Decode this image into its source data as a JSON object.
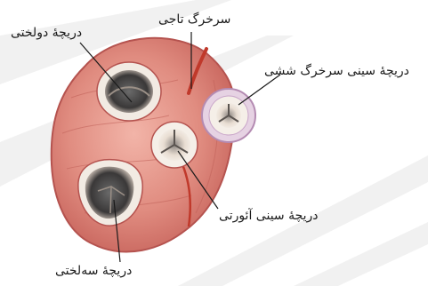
{
  "labels": {
    "mitral": "دریچهٔ دولختی",
    "coronary": "سرخرگ تاجی",
    "pulmonary": "دریچهٔ سینی سرخرگ ششی",
    "aortic": "دریچهٔ سینی آئورتی",
    "tricuspid": "دریچهٔ سه‌لختی"
  },
  "colors": {
    "muscle": "#d9807a",
    "muscle_dark": "#b5534f",
    "valve_ring": "#f0e6dc",
    "pulmonary_ring": "#c9a6c9",
    "leader": "#1a1a1a"
  }
}
